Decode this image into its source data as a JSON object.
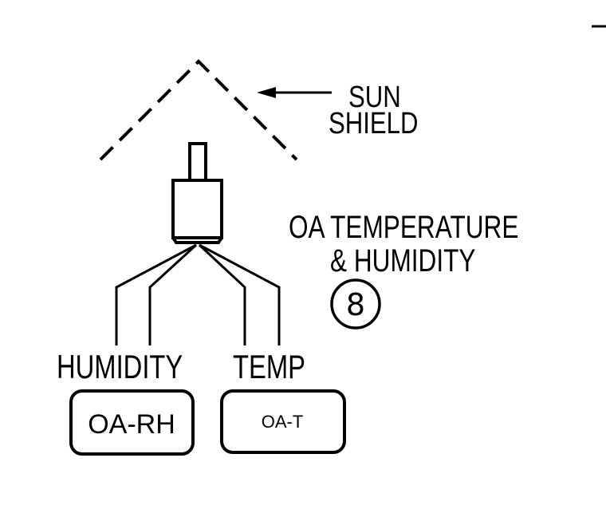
{
  "labels": {
    "sun_shield_line1": "SUN",
    "sun_shield_line2": "SHIELD",
    "title_line1": "OA TEMPERATURE",
    "title_line2": "& HUMIDITY",
    "callout_number": "8",
    "humidity_label": "HUMIDITY",
    "temp_label": "TEMP",
    "humidity_point": "OA-RH",
    "temp_point": "OA-T",
    "edge_mark": "–"
  }
}
